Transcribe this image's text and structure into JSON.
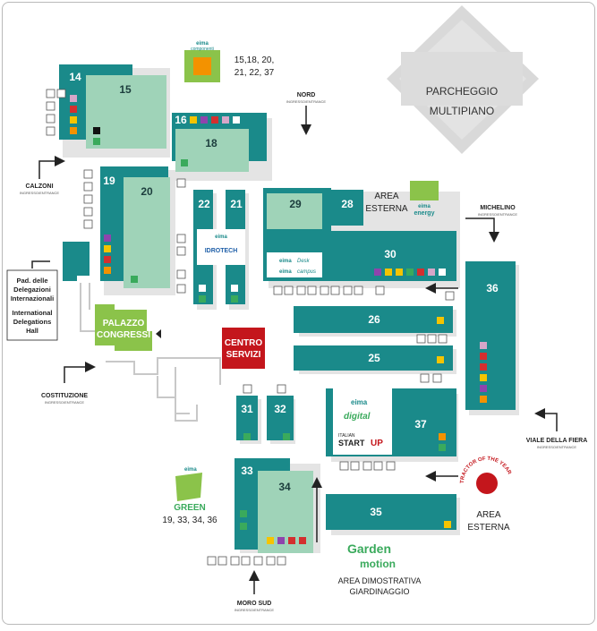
{
  "colors": {
    "teal": "#1a8a8a",
    "mint": "#9fd3b8",
    "grey": "#d5d5d5",
    "shadow": "#e6e6e6",
    "green": "#8bc34a",
    "red": "#c4161c"
  },
  "halls": {
    "h14": "14",
    "h15": "15",
    "h16": "16",
    "h18": "18",
    "h19": "19",
    "h20": "20",
    "h21": "21",
    "h22": "22",
    "h25": "25",
    "h26": "26",
    "h28": "28",
    "h29": "29",
    "h30": "30",
    "h31": "31",
    "h32": "32",
    "h33": "33",
    "h34": "34",
    "h35": "35",
    "h36": "36",
    "h37": "37"
  },
  "parking": {
    "line1": "PARCHEGGIO",
    "line2": "MULTIPIANO"
  },
  "palazzo": {
    "line1": "PALAZZO",
    "line2": "CONGRESSI"
  },
  "centro": {
    "line1": "CENTRO",
    "line2": "SERVIZI"
  },
  "entrances": {
    "nord": "NORD",
    "calzoni": "CALZONI",
    "michelino": "MICHELINO",
    "costituzione": "COSTITUZIONE",
    "viale": "VIALE DELLA FIERA",
    "moro": "MORO SUD",
    "sub": "INGRESSO/ENTRANCE"
  },
  "delegations": {
    "it1": "Pad. delle",
    "it2": "Delegazioni",
    "it3": "Internazionali",
    "en1": "International",
    "en2": "Delegations",
    "en3": "Hall"
  },
  "area_esterna_top": {
    "line1": "AREA",
    "line2": "ESTERNA"
  },
  "area_esterna_right": {
    "line1": "AREA",
    "line2": "ESTERNA"
  },
  "componenti": {
    "brand": "eima",
    "name": "componenti",
    "halls1": "15,18, 20,",
    "halls2": "21, 22, 37"
  },
  "energy": {
    "brand": "eima",
    "name": "energy"
  },
  "idrotech": {
    "brand": "eima",
    "name": "IDROTECH"
  },
  "desk": {
    "brand": "eima",
    "desk": "Desk",
    "campus": "campus"
  },
  "digital": {
    "brand": "eima",
    "name": "digital",
    "it": "ITALIAN",
    "start": "START",
    "up": "UP"
  },
  "green_logo": {
    "brand": "eima",
    "name": "GREEN",
    "halls": "19, 33, 34, 36"
  },
  "tractor": {
    "text": "TRACTOR OF THE YEAR"
  },
  "garden": {
    "garden": "Garden",
    "motion": "motion",
    "area1": "AREA DIMOSTRATIVA",
    "area2": "GIARDINAGGIO"
  }
}
